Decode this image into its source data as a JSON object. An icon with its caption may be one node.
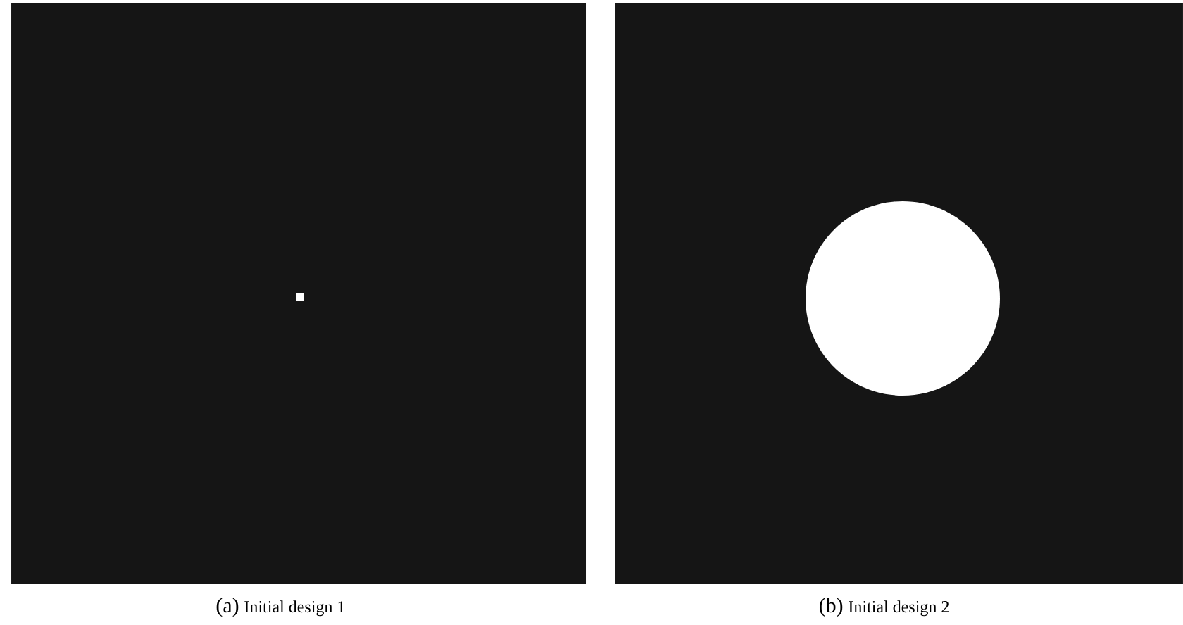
{
  "diagram": {
    "labels": [
      "(a)",
      "Initial design 1",
      "(b)",
      "Initial design 2"
    ]
  }
}
